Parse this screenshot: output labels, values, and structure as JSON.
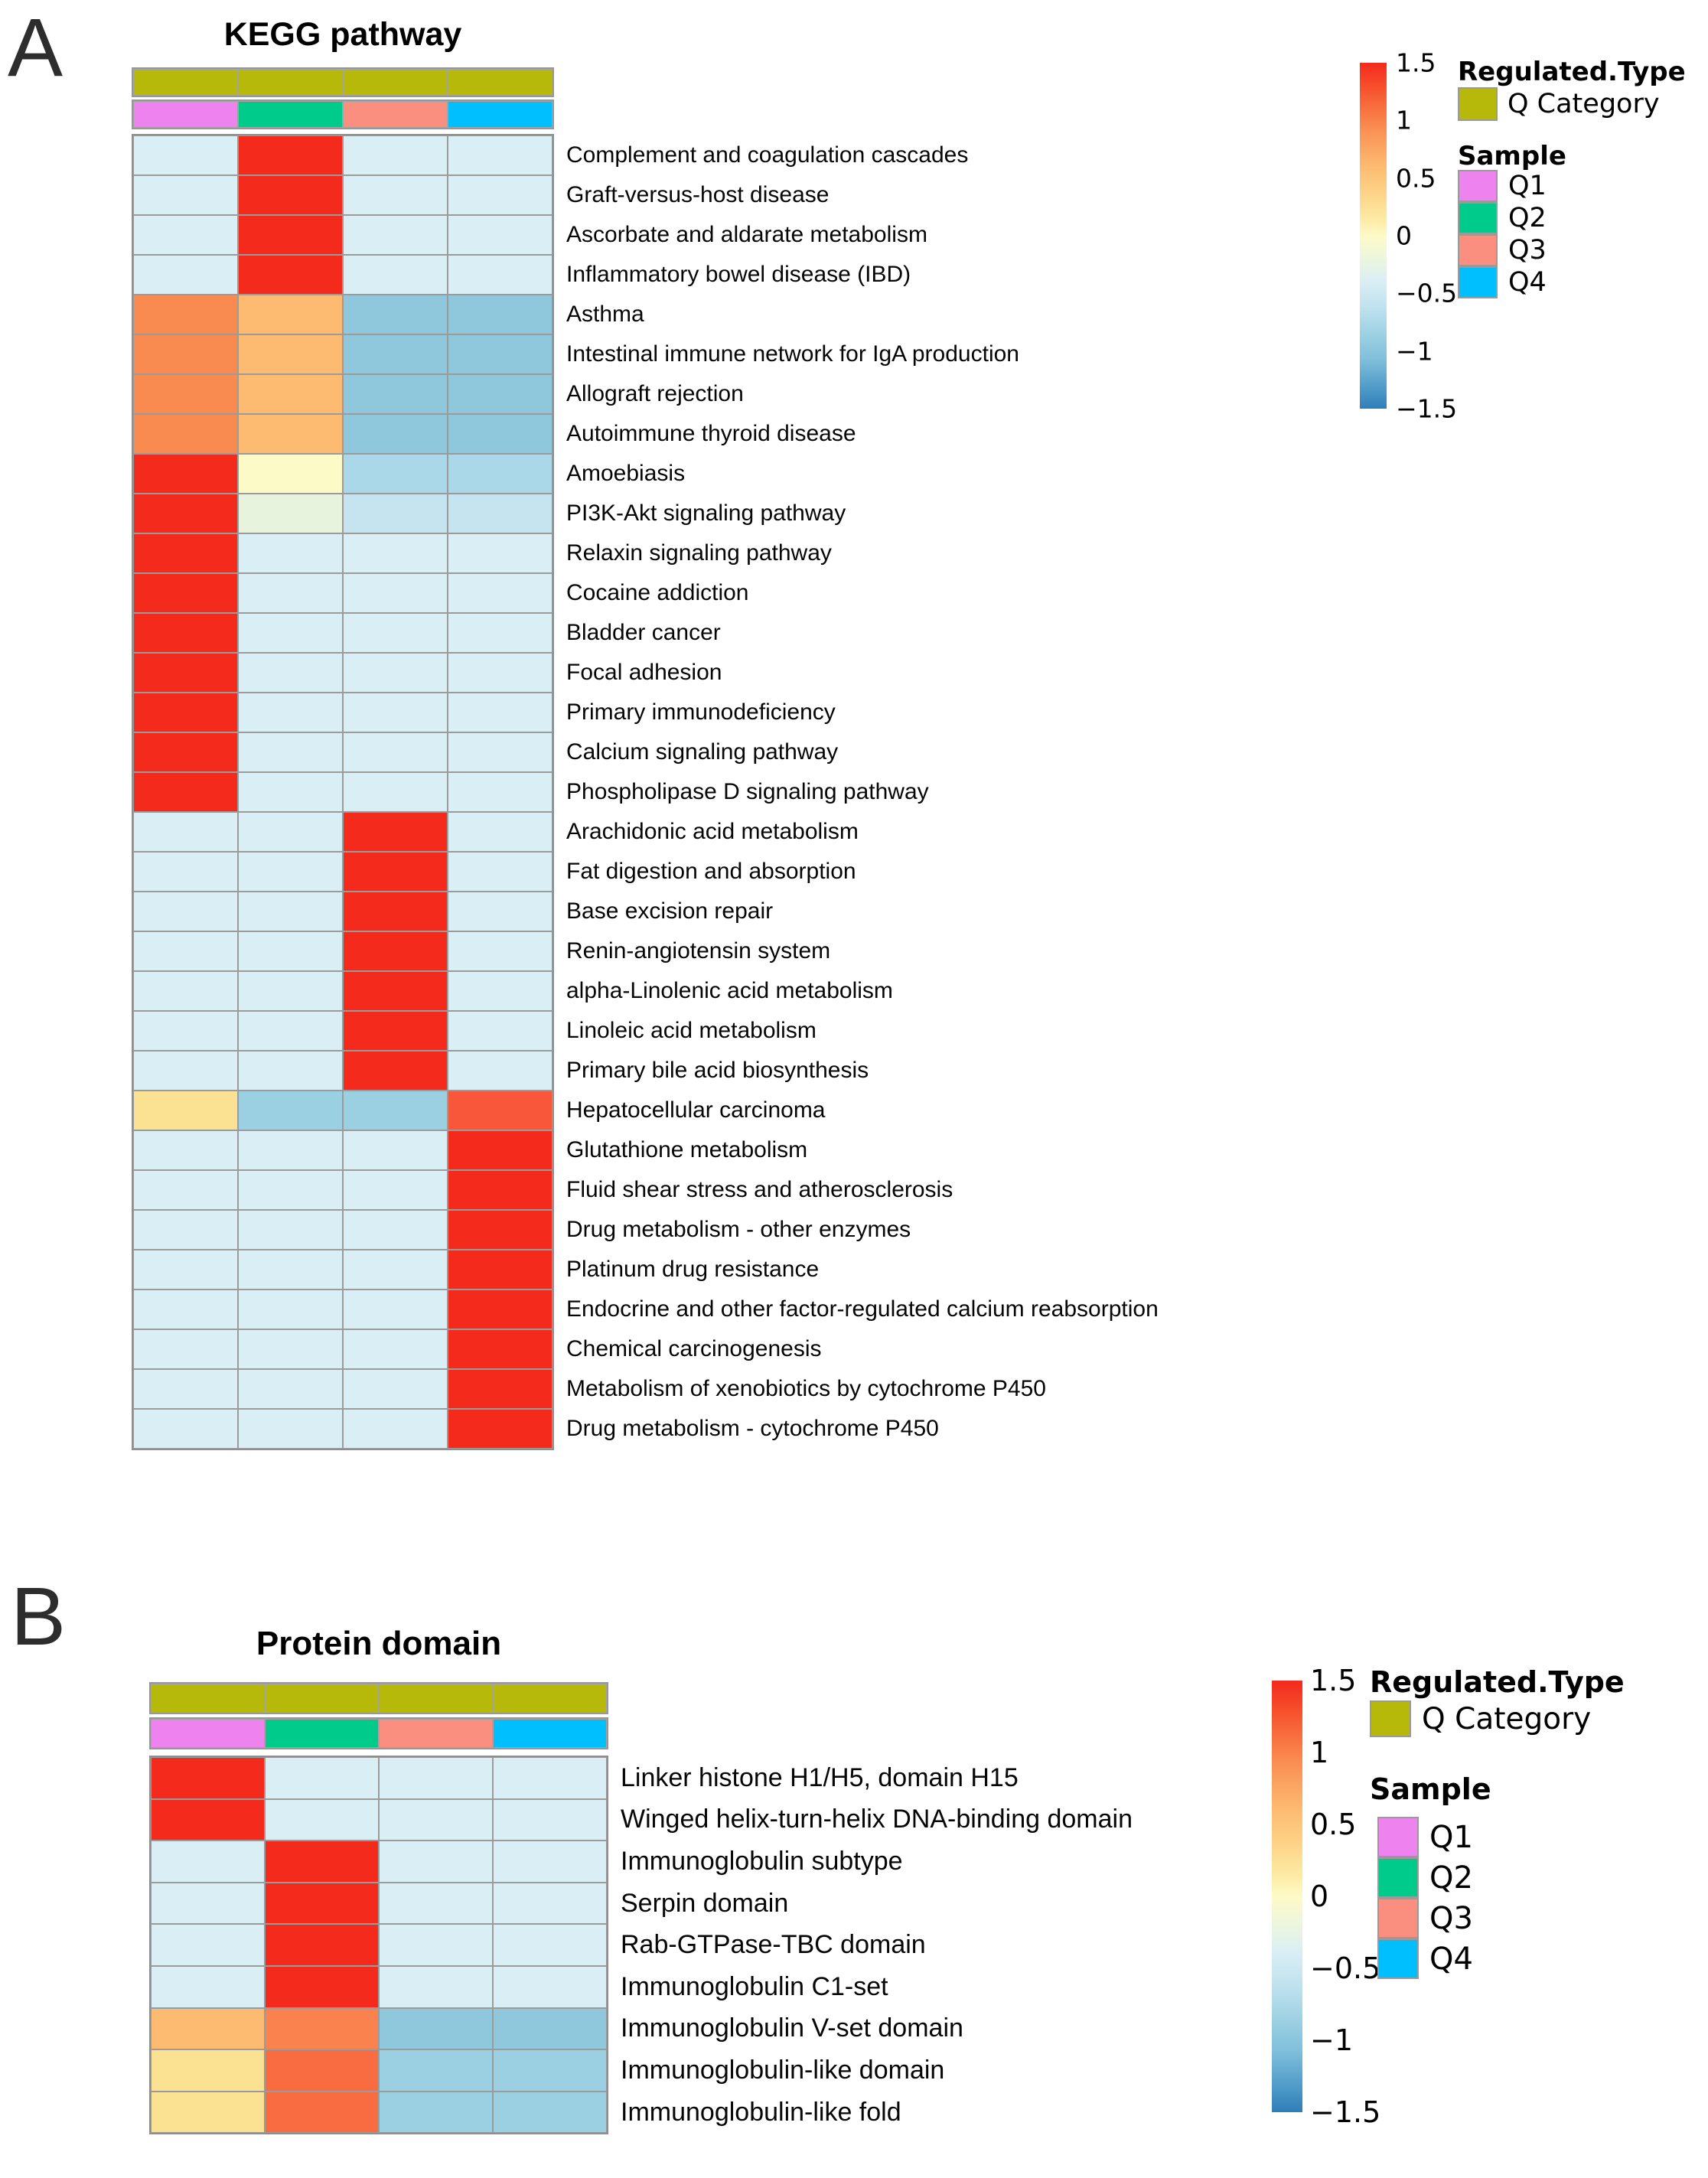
{
  "panelA": {
    "letter": "A"
  },
  "panelB": {
    "letter": "B"
  },
  "colorbar": {
    "ticks": [
      "1.5",
      "1",
      "0.5",
      "0",
      "−0.5",
      "−1",
      "−1.5"
    ],
    "max": 1.5,
    "min": -1.5
  },
  "legend": {
    "regulated_header": "Regulated.Type",
    "q_category_label": "Q Category",
    "q_category_color": "#b6b80a",
    "sample_header": "Sample",
    "samples": [
      {
        "label": "Q1",
        "color": "#ee82ee"
      },
      {
        "label": "Q2",
        "color": "#00cb8b"
      },
      {
        "label": "Q3",
        "color": "#fa8f7f"
      },
      {
        "label": "Q4",
        "color": "#00bfff"
      }
    ]
  },
  "palette": {
    "R": {
      "color": "#f42a1d",
      "value": 1.5
    },
    "P": {
      "color": "#d9eef5",
      "value": -0.4
    },
    "O": {
      "color": "#f98b51",
      "value": 0.9
    },
    "LO": {
      "color": "#fcbb71",
      "value": 0.6
    },
    "MB": {
      "color": "#8fc8dd",
      "value": -1.0
    },
    "PY": {
      "color": "#fcfac6",
      "value": 0.0
    },
    "B9": {
      "color": "#aad8e8",
      "value": -0.8
    },
    "PG": {
      "color": "#e7f3dd",
      "value": -0.2
    },
    "B10": {
      "color": "#c5e4ef",
      "value": -0.6
    },
    "G": {
      "color": "#fbe293",
      "value": 0.5
    },
    "M2": {
      "color": "#9bd0e2",
      "value": -0.9
    },
    "T": {
      "color": "#f8573a",
      "value": 1.2
    },
    "O2": {
      "color": "#f9824f",
      "value": 1.0
    },
    "O3": {
      "color": "#f96b40",
      "value": 1.1
    }
  },
  "chart_data": [
    {
      "type": "heatmap",
      "title": "KEGG pathway",
      "columns": [
        "Q1",
        "Q2",
        "Q3",
        "Q4"
      ],
      "column_annotation": {
        "label": "Q Category",
        "color": "#b6b80a"
      },
      "zlim": [
        -1.5,
        1.5
      ],
      "legend_position": "right",
      "rows": [
        {
          "label": "Complement and coagulation cascades",
          "cells": [
            "P",
            "R",
            "P",
            "P"
          ]
        },
        {
          "label": "Graft-versus-host disease",
          "cells": [
            "P",
            "R",
            "P",
            "P"
          ]
        },
        {
          "label": "Ascorbate and aldarate metabolism",
          "cells": [
            "P",
            "R",
            "P",
            "P"
          ]
        },
        {
          "label": "Inflammatory bowel disease (IBD)",
          "cells": [
            "P",
            "R",
            "P",
            "P"
          ]
        },
        {
          "label": "Asthma",
          "cells": [
            "O",
            "LO",
            "MB",
            "MB"
          ]
        },
        {
          "label": "Intestinal immune network for IgA production",
          "cells": [
            "O",
            "LO",
            "MB",
            "MB"
          ]
        },
        {
          "label": "Allograft rejection",
          "cells": [
            "O",
            "LO",
            "MB",
            "MB"
          ]
        },
        {
          "label": "Autoimmune thyroid disease",
          "cells": [
            "O",
            "LO",
            "MB",
            "MB"
          ]
        },
        {
          "label": "Amoebiasis",
          "cells": [
            "R",
            "PY",
            "B9",
            "B9"
          ]
        },
        {
          "label": "PI3K-Akt signaling pathway",
          "cells": [
            "R",
            "PG",
            "B10",
            "B10"
          ]
        },
        {
          "label": "Relaxin signaling pathway",
          "cells": [
            "R",
            "P",
            "P",
            "P"
          ]
        },
        {
          "label": "Cocaine addiction",
          "cells": [
            "R",
            "P",
            "P",
            "P"
          ]
        },
        {
          "label": "Bladder cancer",
          "cells": [
            "R",
            "P",
            "P",
            "P"
          ]
        },
        {
          "label": "Focal adhesion",
          "cells": [
            "R",
            "P",
            "P",
            "P"
          ]
        },
        {
          "label": "Primary immunodeficiency",
          "cells": [
            "R",
            "P",
            "P",
            "P"
          ]
        },
        {
          "label": "Calcium signaling pathway",
          "cells": [
            "R",
            "P",
            "P",
            "P"
          ]
        },
        {
          "label": "Phospholipase D signaling pathway",
          "cells": [
            "R",
            "P",
            "P",
            "P"
          ]
        },
        {
          "label": "Arachidonic acid metabolism",
          "cells": [
            "P",
            "P",
            "R",
            "P"
          ]
        },
        {
          "label": "Fat digestion and absorption",
          "cells": [
            "P",
            "P",
            "R",
            "P"
          ]
        },
        {
          "label": "Base excision repair",
          "cells": [
            "P",
            "P",
            "R",
            "P"
          ]
        },
        {
          "label": "Renin-angiotensin system",
          "cells": [
            "P",
            "P",
            "R",
            "P"
          ]
        },
        {
          "label": "alpha-Linolenic acid metabolism",
          "cells": [
            "P",
            "P",
            "R",
            "P"
          ]
        },
        {
          "label": "Linoleic acid metabolism",
          "cells": [
            "P",
            "P",
            "R",
            "P"
          ]
        },
        {
          "label": "Primary bile acid biosynthesis",
          "cells": [
            "P",
            "P",
            "R",
            "P"
          ]
        },
        {
          "label": "Hepatocellular carcinoma",
          "cells": [
            "G",
            "M2",
            "M2",
            "T"
          ]
        },
        {
          "label": "Glutathione metabolism",
          "cells": [
            "P",
            "P",
            "P",
            "R"
          ]
        },
        {
          "label": "Fluid shear stress and atherosclerosis",
          "cells": [
            "P",
            "P",
            "P",
            "R"
          ]
        },
        {
          "label": "Drug metabolism - other enzymes",
          "cells": [
            "P",
            "P",
            "P",
            "R"
          ]
        },
        {
          "label": "Platinum drug resistance",
          "cells": [
            "P",
            "P",
            "P",
            "R"
          ]
        },
        {
          "label": "Endocrine and other factor-regulated calcium reabsorption",
          "cells": [
            "P",
            "P",
            "P",
            "R"
          ]
        },
        {
          "label": "Chemical carcinogenesis",
          "cells": [
            "P",
            "P",
            "P",
            "R"
          ]
        },
        {
          "label": "Metabolism of xenobiotics by cytochrome P450",
          "cells": [
            "P",
            "P",
            "P",
            "R"
          ]
        },
        {
          "label": "Drug metabolism - cytochrome P450",
          "cells": [
            "P",
            "P",
            "P",
            "R"
          ]
        }
      ]
    },
    {
      "type": "heatmap",
      "title": "Protein domain",
      "columns": [
        "Q1",
        "Q2",
        "Q3",
        "Q4"
      ],
      "column_annotation": {
        "label": "Q Category",
        "color": "#b6b80a"
      },
      "zlim": [
        -1.5,
        1.5
      ],
      "legend_position": "right",
      "rows": [
        {
          "label": "Linker histone H1/H5, domain H15",
          "cells": [
            "R",
            "P",
            "P",
            "P"
          ]
        },
        {
          "label": "Winged helix-turn-helix DNA-binding domain",
          "cells": [
            "R",
            "P",
            "P",
            "P"
          ]
        },
        {
          "label": "Immunoglobulin subtype",
          "cells": [
            "P",
            "R",
            "P",
            "P"
          ]
        },
        {
          "label": "Serpin domain",
          "cells": [
            "P",
            "R",
            "P",
            "P"
          ]
        },
        {
          "label": "Rab-GTPase-TBC domain",
          "cells": [
            "P",
            "R",
            "P",
            "P"
          ]
        },
        {
          "label": "Immunoglobulin C1-set",
          "cells": [
            "P",
            "R",
            "P",
            "P"
          ]
        },
        {
          "label": "Immunoglobulin V-set domain",
          "cells": [
            "LO",
            "O2",
            "MB",
            "MB"
          ]
        },
        {
          "label": "Immunoglobulin-like domain",
          "cells": [
            "G",
            "O3",
            "M2",
            "M2"
          ]
        },
        {
          "label": "Immunoglobulin-like fold",
          "cells": [
            "G",
            "O3",
            "M2",
            "M2"
          ]
        }
      ]
    }
  ]
}
